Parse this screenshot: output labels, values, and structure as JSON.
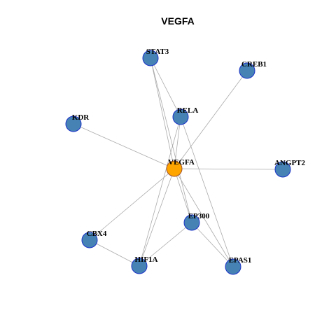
{
  "title": "VEGFA",
  "colors": {
    "hub_fill": "#FFA500",
    "hub_stroke": "#A0522D",
    "node_fill": "#4682B4",
    "node_stroke": "#1C33C8",
    "edge": "#AAAAAA"
  },
  "nodes": [
    {
      "id": "VEGFA",
      "label": "VEGFA",
      "hub": true
    },
    {
      "id": "STAT3",
      "label": "STAT3"
    },
    {
      "id": "CREB1",
      "label": "CREB1"
    },
    {
      "id": "RELA",
      "label": "RELA"
    },
    {
      "id": "KDR",
      "label": "KDR"
    },
    {
      "id": "ANGPT2",
      "label": "ANGPT2"
    },
    {
      "id": "EP300",
      "label": "EP300"
    },
    {
      "id": "CBX4",
      "label": "CBX4"
    },
    {
      "id": "HIF1A",
      "label": "HIF1A"
    },
    {
      "id": "EPAS1",
      "label": "EPAS1"
    }
  ],
  "edges": [
    [
      "VEGFA",
      "STAT3"
    ],
    [
      "VEGFA",
      "CREB1"
    ],
    [
      "VEGFA",
      "RELA"
    ],
    [
      "VEGFA",
      "KDR"
    ],
    [
      "VEGFA",
      "ANGPT2"
    ],
    [
      "VEGFA",
      "EP300"
    ],
    [
      "VEGFA",
      "CBX4"
    ],
    [
      "VEGFA",
      "HIF1A"
    ],
    [
      "VEGFA",
      "EPAS1"
    ],
    [
      "STAT3",
      "RELA"
    ],
    [
      "STAT3",
      "EP300"
    ],
    [
      "RELA",
      "HIF1A"
    ],
    [
      "RELA",
      "EPAS1"
    ],
    [
      "EP300",
      "HIF1A"
    ],
    [
      "EP300",
      "EPAS1"
    ],
    [
      "CBX4",
      "HIF1A"
    ]
  ]
}
